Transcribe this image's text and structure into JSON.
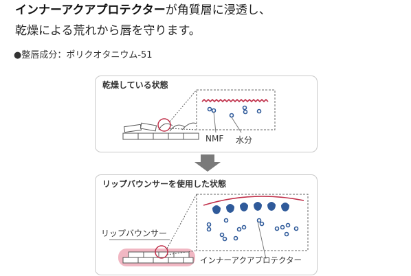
{
  "headline": {
    "bold": "インナーアクアプロテクター",
    "rest": "が角質層に浸透し、",
    "line2": "乾燥による荒れから唇を守ります。"
  },
  "ingredient": "●整唇成分：ポリクオタニウム-51",
  "panel_dry": {
    "title": "乾燥している状態",
    "label_nmf": "NMF",
    "label_water": "水分"
  },
  "panel_after": {
    "title": "リップバウンサーを使用した状態",
    "label_product": "リップバウンサー",
    "label_protector": "インナーアクアプロテクター"
  },
  "colors": {
    "accent_red": "#c0304a",
    "water_blue": "#2f5a9a",
    "pink": "#f1b7c3",
    "arrow_gray": "#7a7a7a"
  }
}
